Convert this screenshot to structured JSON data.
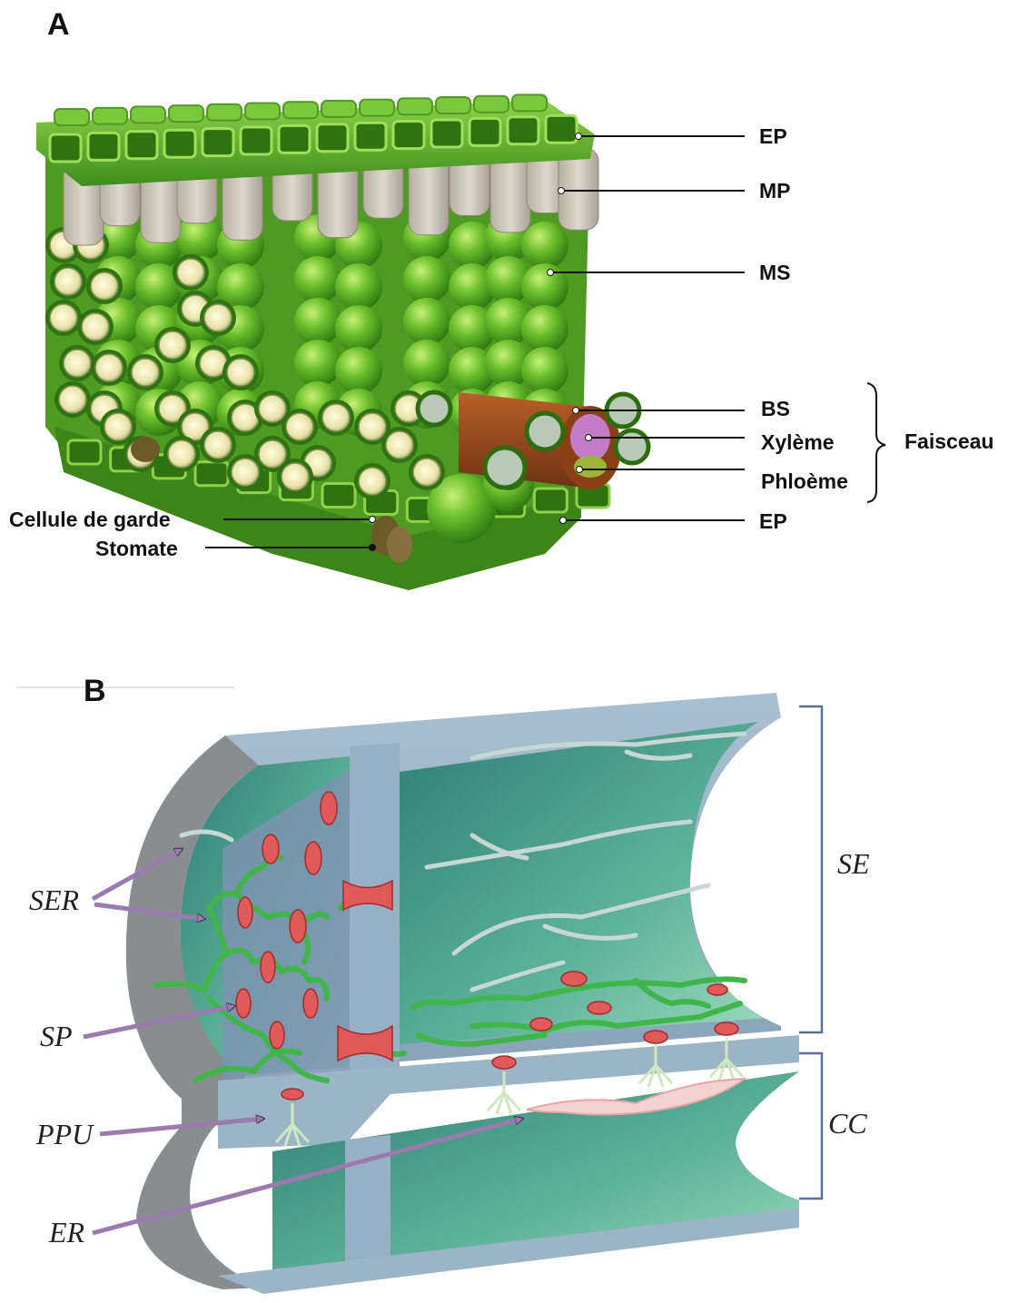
{
  "panel_a": {
    "letter": "A",
    "labels": {
      "ep_top": "EP",
      "mp": "MP",
      "ms": "MS",
      "bs": "BS",
      "xylem": "Xylème",
      "phloem": "Phloème",
      "bundle": "Faisceau",
      "ep_bottom": "EP",
      "guard_cell": "Cellule de garde",
      "stomate": "Stomate"
    }
  },
  "panel_b": {
    "letter": "B",
    "labels": {
      "ser": "SER",
      "sp": "SP",
      "ppu": "PPU",
      "er": "ER",
      "se": "SE",
      "cc": "CC"
    }
  },
  "colors": {
    "leaf_green": "#5fa82a",
    "palisade_gray": "#c9c3b6",
    "vessel_wall": "#9db4c6",
    "lumen_teal": "#3f8f80",
    "sieve_plate_red": "#e05a5a",
    "arrow_purple": "#9b7ab0",
    "bracket": "#5c6e92"
  }
}
